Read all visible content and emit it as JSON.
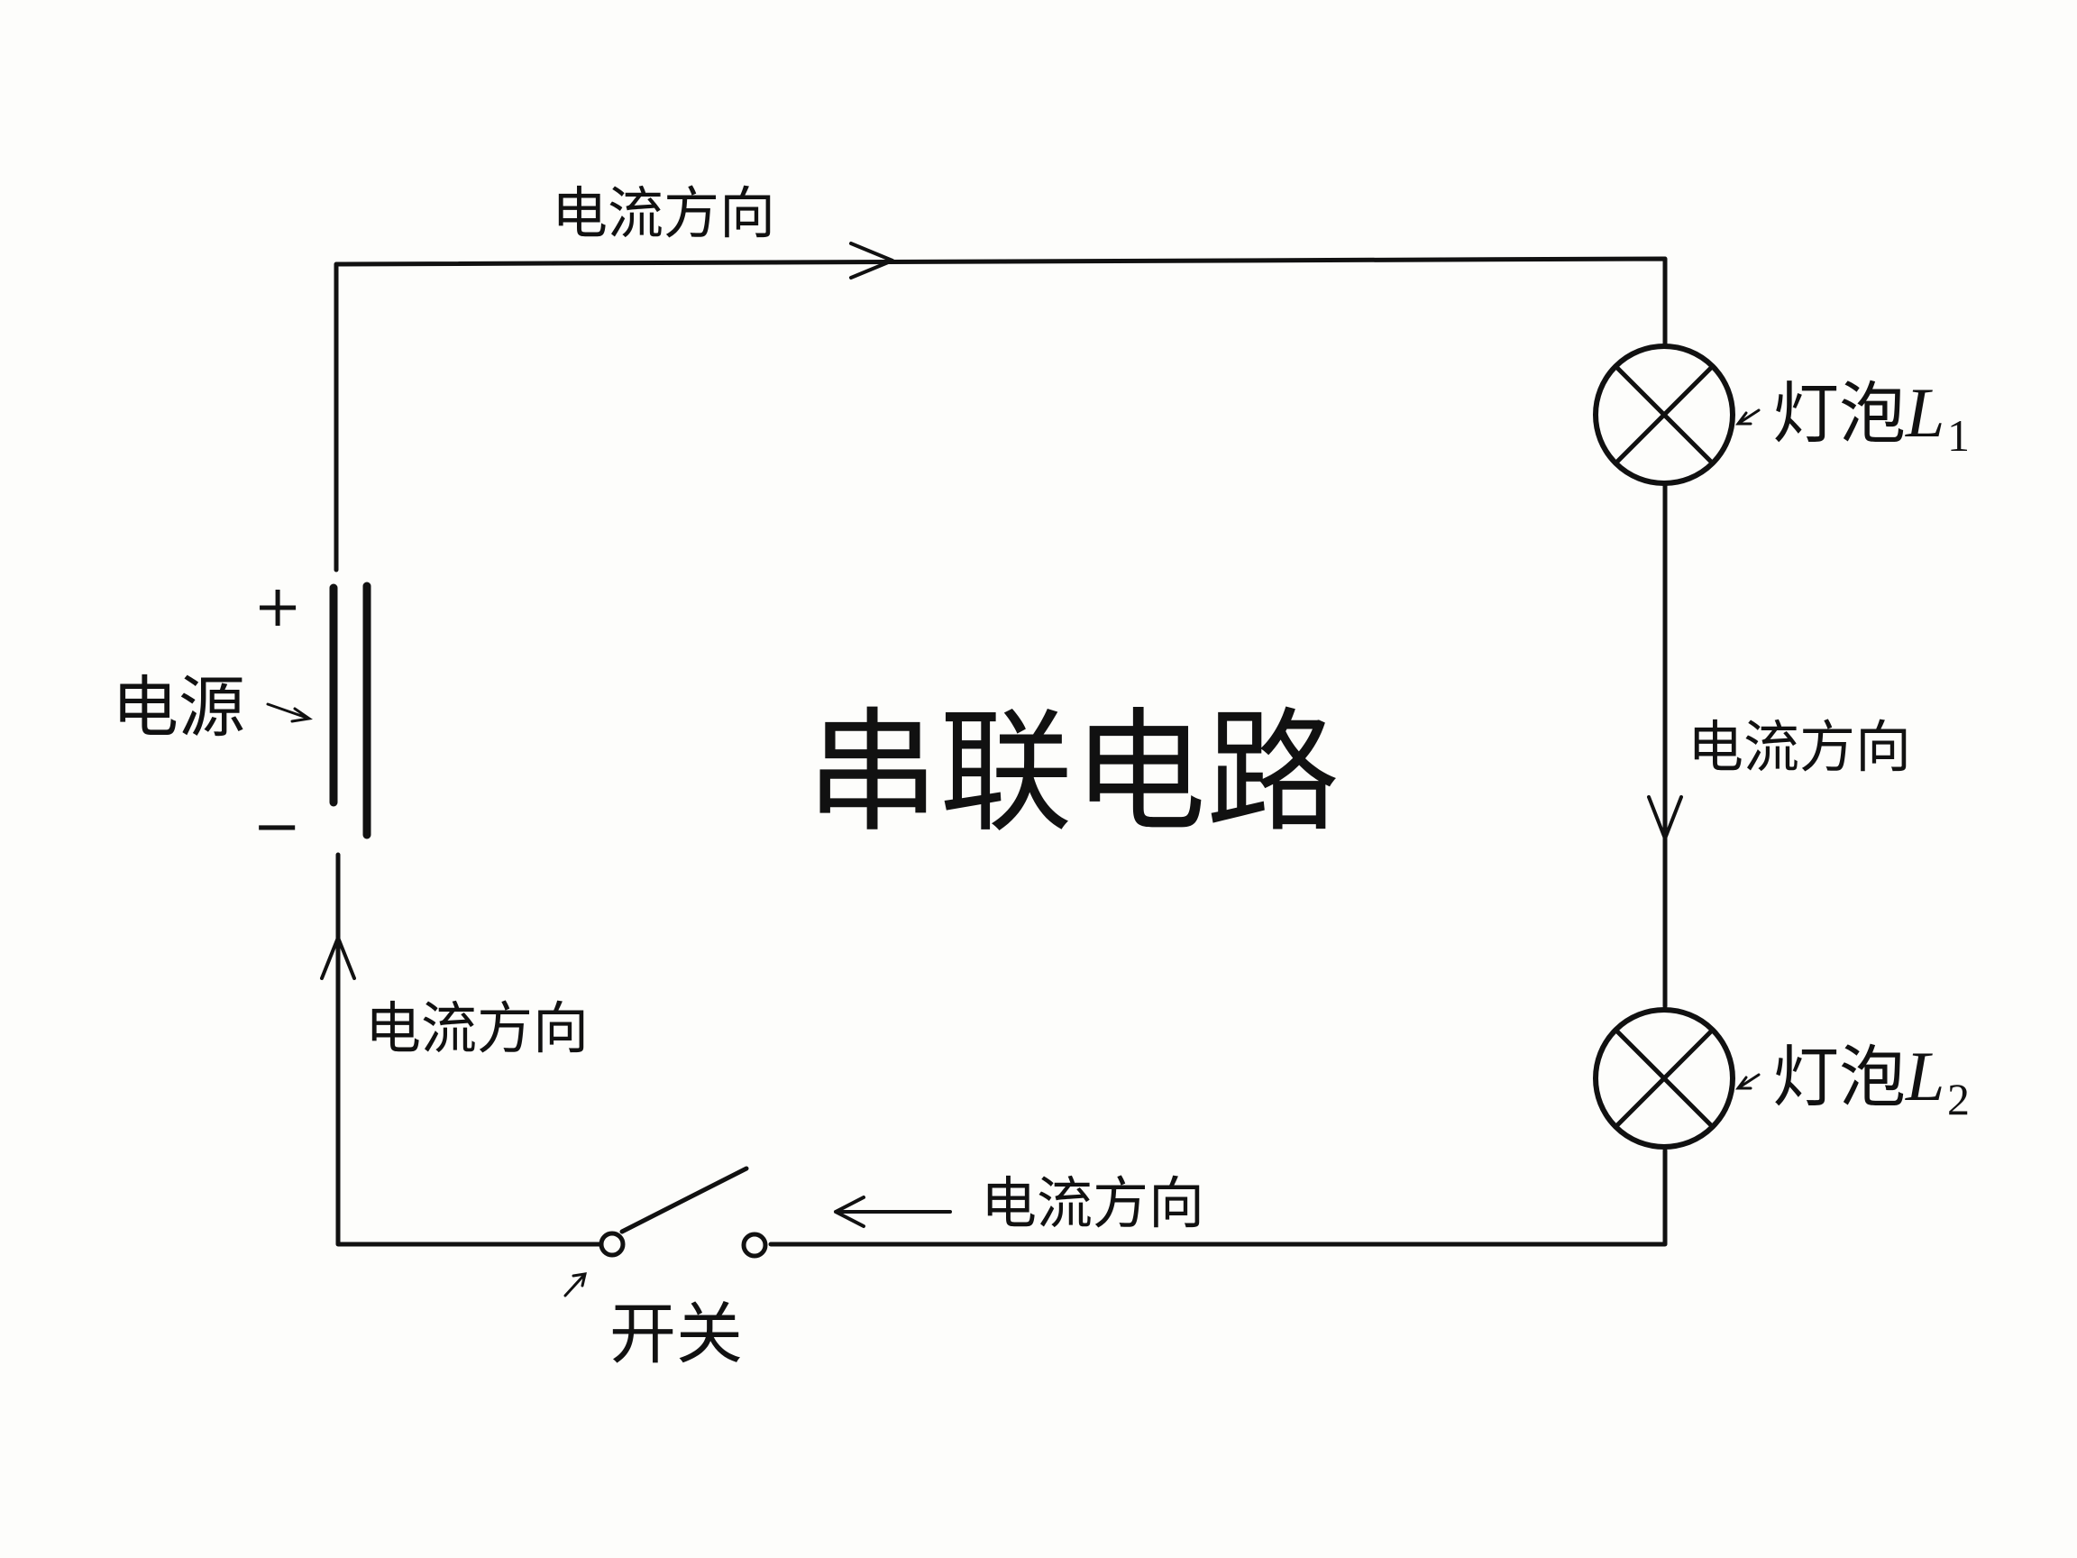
{
  "title": "串联电路",
  "labels": {
    "current_top": "电流方向",
    "current_right": "电流方向",
    "current_bottom": "电流方向",
    "current_left": "电流方向",
    "power_source": "电源",
    "plus_sign": "+",
    "minus_sign": "−",
    "switch": "开关",
    "bulb1": {
      "name": "灯泡",
      "letter": "L",
      "sub": "1"
    },
    "bulb2": {
      "name": "灯泡",
      "letter": "L",
      "sub": "2"
    }
  }
}
